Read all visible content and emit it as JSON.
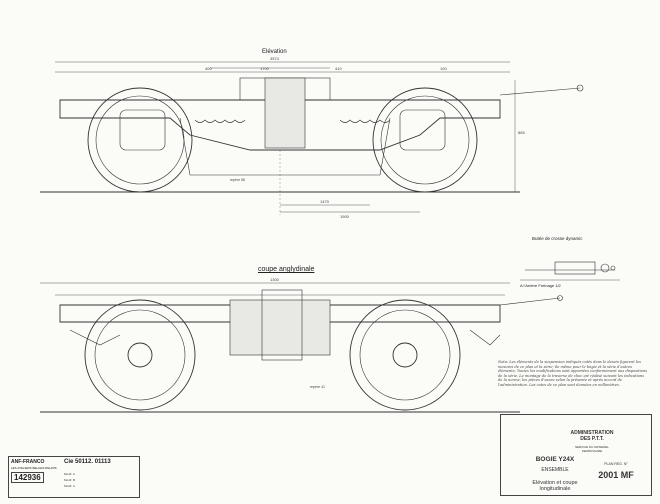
{
  "drawing": {
    "elevation_title": "Elévation",
    "coupe_title": "coupe anglydinale",
    "retro_title": "Butée de crosse dynamic",
    "retro_note": "A l'Arrière Freinage 1/2",
    "dimensions": {
      "overall": "3574",
      "d1": "400",
      "d2": "1700",
      "d3": "410",
      "d4": "100",
      "height_right": "865",
      "bottom1": "1470",
      "bottom2": "1900",
      "bottom3": "1300"
    },
    "callouts": {
      "elev_part": "repère 58",
      "coupe_part": "repère 41"
    },
    "notes": "Nota: Les éléments de la suspension indiqués cotés dans le dessin figurent les mesures de ce plan et la série; de même pour le bogie et la série d'autres éléments; Toutes les modifications sont apportées conformément aux dispositions de la série. Le montage de la traverse de choc est réalisé suivant les indications de la norme; les pièces d'usure selon la présente et après accord de l'administration. Les cotes de ce plan sont données en millimètres."
  },
  "title_block": {
    "admin": "ADMINISTRATION DES P.T.T.",
    "admin_sub": "SERVICE DU MATERIEL FERROVIAIRE",
    "bogie": "BOGIE Y24X",
    "ensemble": "ENSEMBLE",
    "view": "Elévation et coupe longitudinale",
    "plan_label": "PLAN REG. N°",
    "plan_no": "2001 MF"
  },
  "maker_block": {
    "company": "ANF-FRANCO",
    "company_sub": "LES ATELIERS BELGES REUNIS",
    "ref": "Cie 50112. 01113",
    "number": "142936",
    "revisions": [
      "Modif. A",
      "Modif. B",
      "Modif. C"
    ]
  }
}
